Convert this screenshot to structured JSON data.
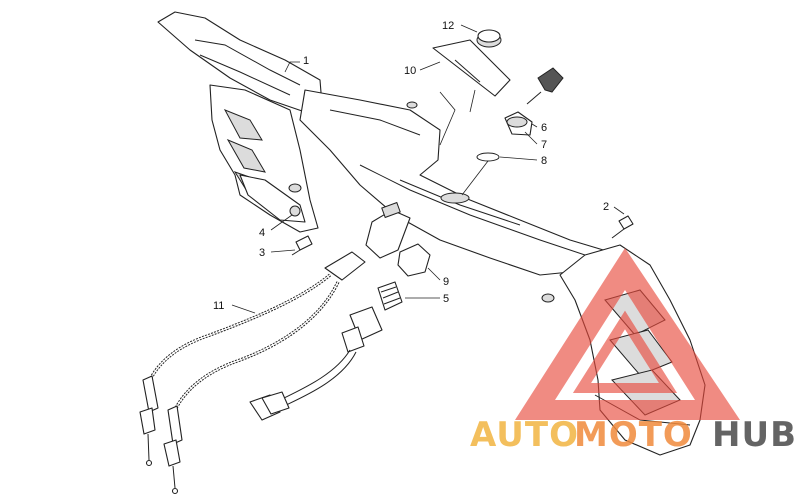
{
  "diagram": {
    "callouts": [
      {
        "id": "1",
        "label": "1"
      },
      {
        "id": "2",
        "label": "2"
      },
      {
        "id": "3",
        "label": "3"
      },
      {
        "id": "4",
        "label": "4"
      },
      {
        "id": "5",
        "label": "5"
      },
      {
        "id": "6",
        "label": "6"
      },
      {
        "id": "7",
        "label": "7"
      },
      {
        "id": "8",
        "label": "8"
      },
      {
        "id": "9",
        "label": "9"
      },
      {
        "id": "10",
        "label": "10"
      },
      {
        "id": "11",
        "label": "11"
      },
      {
        "id": "12",
        "label": "12"
      }
    ]
  },
  "watermark": {
    "word_auto": "AUTO",
    "word_moto": "MOTO",
    "word_hub": "HUB",
    "colors": {
      "auto": "#f2b441",
      "moto": "#f08a3c",
      "hub": "#4a4a4a",
      "triangle": "#e84a3c"
    }
  }
}
